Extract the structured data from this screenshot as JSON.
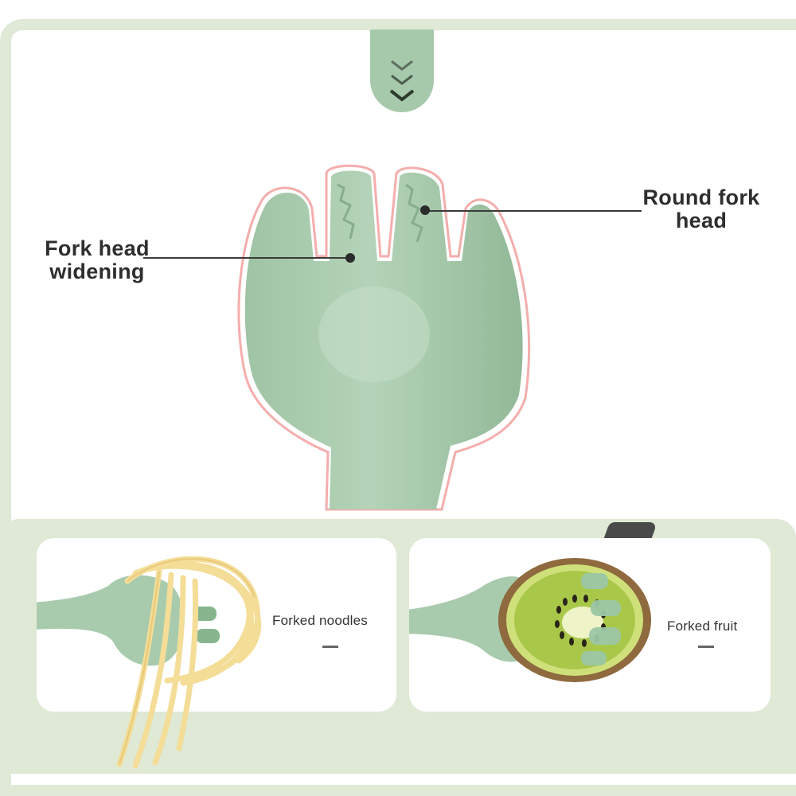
{
  "labels": {
    "round_fork_head_line1": "Round fork",
    "round_fork_head_line2": "head",
    "fork_head_widening_line1": "Fork head",
    "fork_head_widening_line2": "widening",
    "forked_noodles": "Forked noodles",
    "forked_fruit": "Forked fruit"
  },
  "icons": [
    "chevron-down-icon",
    "fork-illustration",
    "noodles-illustration",
    "kiwi-illustration"
  ],
  "colors": {
    "fork_green": "#a6c9ab",
    "band_green": "#dfe9d6",
    "glow_red": "#f08a8a",
    "text_dark": "#2e2e2e"
  }
}
